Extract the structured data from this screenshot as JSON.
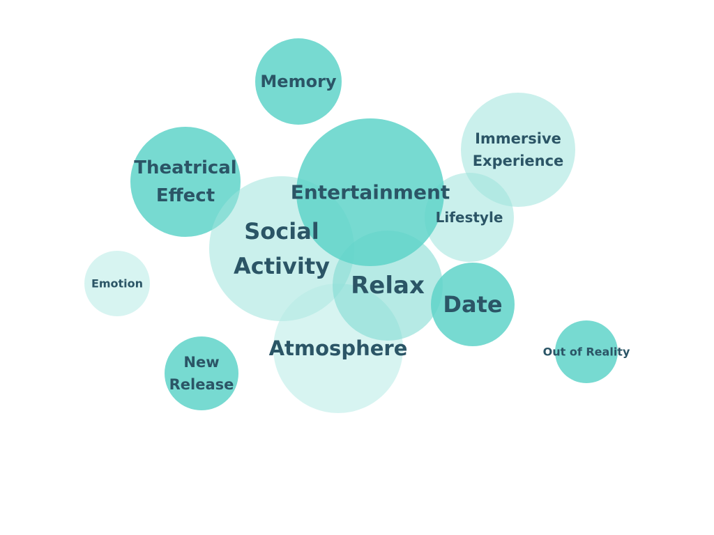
{
  "bubbles": [
    {
      "id": "memory",
      "label": [
        "Memory"
      ],
      "tone": "strong"
    },
    {
      "id": "immersive-experience",
      "label": [
        "Immersive",
        "Experience"
      ],
      "tone": "light"
    },
    {
      "id": "theatrical-effect",
      "label": [
        "Theatrical",
        "Effect"
      ],
      "tone": "strong"
    },
    {
      "id": "social-activity",
      "label": [
        "Social",
        "Activity"
      ],
      "tone": "light"
    },
    {
      "id": "lifestyle",
      "label": [
        "Lifestyle"
      ],
      "tone": "light"
    },
    {
      "id": "atmosphere",
      "label": [
        "Atmosphere"
      ],
      "tone": "pale"
    },
    {
      "id": "relax",
      "label": [
        "Relax"
      ],
      "tone": "medium"
    },
    {
      "id": "entertainment",
      "label": [
        "Entertainment"
      ],
      "tone": "strong"
    },
    {
      "id": "date",
      "label": [
        "Date"
      ],
      "tone": "strong"
    },
    {
      "id": "emotion",
      "label": [
        "Emotion"
      ],
      "tone": "pale"
    },
    {
      "id": "new-release",
      "label": [
        "New",
        "Release"
      ],
      "tone": "strong"
    },
    {
      "id": "out-of-reality",
      "label": [
        "Out of Reality"
      ],
      "tone": "strong"
    }
  ],
  "colors": {
    "strong": "#5fd3c9",
    "medium": "#7ad8cf",
    "light": "#9fe3dc",
    "pale": "#b6ebe5",
    "text": "#2b5566"
  }
}
